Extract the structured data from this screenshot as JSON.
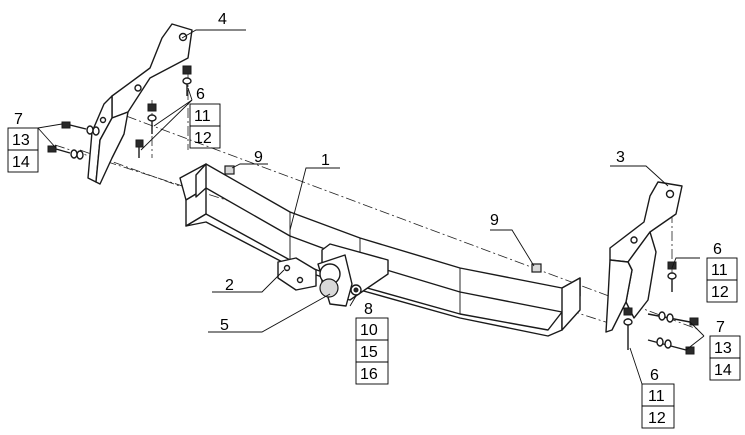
{
  "diagram": {
    "part_labels": {
      "p1": "1",
      "p2": "2",
      "p3": "3",
      "p4": "4",
      "p5": "5",
      "p9_left": "9",
      "p9_right": "9"
    },
    "stack_left_fasteners": [
      "7",
      "13",
      "14"
    ],
    "stack_left_bracket": [
      "6",
      "11",
      "12"
    ],
    "stack_ball": [
      "8",
      "10",
      "15",
      "16"
    ],
    "stack_right_bracket": [
      "6",
      "11",
      "12"
    ],
    "stack_right_fasteners": [
      "7",
      "13",
      "14"
    ],
    "stack_right_lower": [
      "6",
      "11",
      "12"
    ]
  }
}
